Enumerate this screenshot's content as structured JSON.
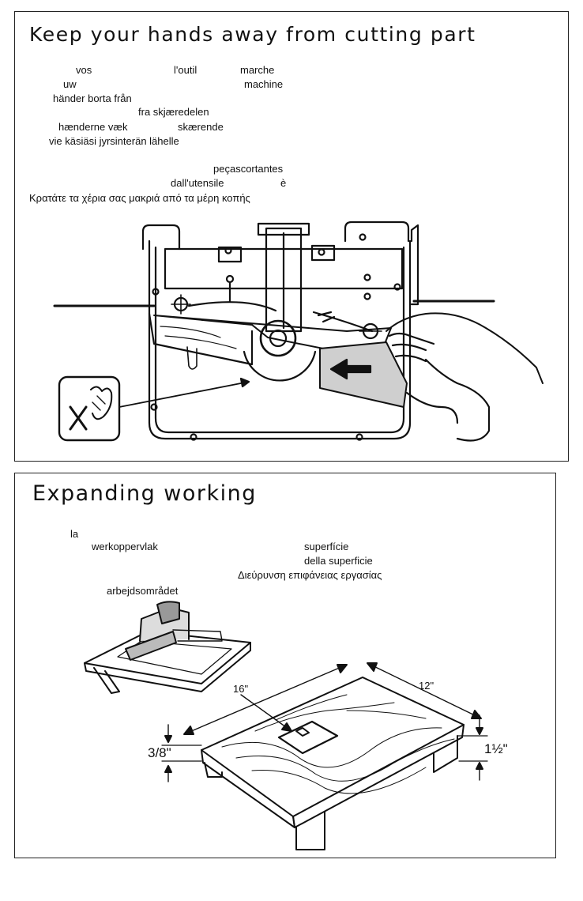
{
  "panel1": {
    "title": "Keep your hands away from cutting part",
    "fragments": [
      "vos",
      "l'outil",
      "marche",
      "uw",
      "machine",
      "händer borta från",
      "fra skjæredelen",
      "hænderne væk",
      "skærende",
      "vie käsiäsi jyrsinterän lähelle",
      "peçascortantes",
      "dall'utensile",
      "è",
      "Κρατάτε τα χέρια σας μακριά από τα μέρη κοπής"
    ]
  },
  "panel2": {
    "title": "Expanding working",
    "fragments": [
      "la",
      "werkoppervlak",
      "superfície",
      "della superficie",
      "Διεύρυνση επιφάνειας εργασίας",
      "arbejdsområdet"
    ],
    "dimensions": {
      "length": "16\"",
      "width": "12\"",
      "thickness_top": "3/8\"",
      "thickness_leg": "1½\""
    }
  }
}
